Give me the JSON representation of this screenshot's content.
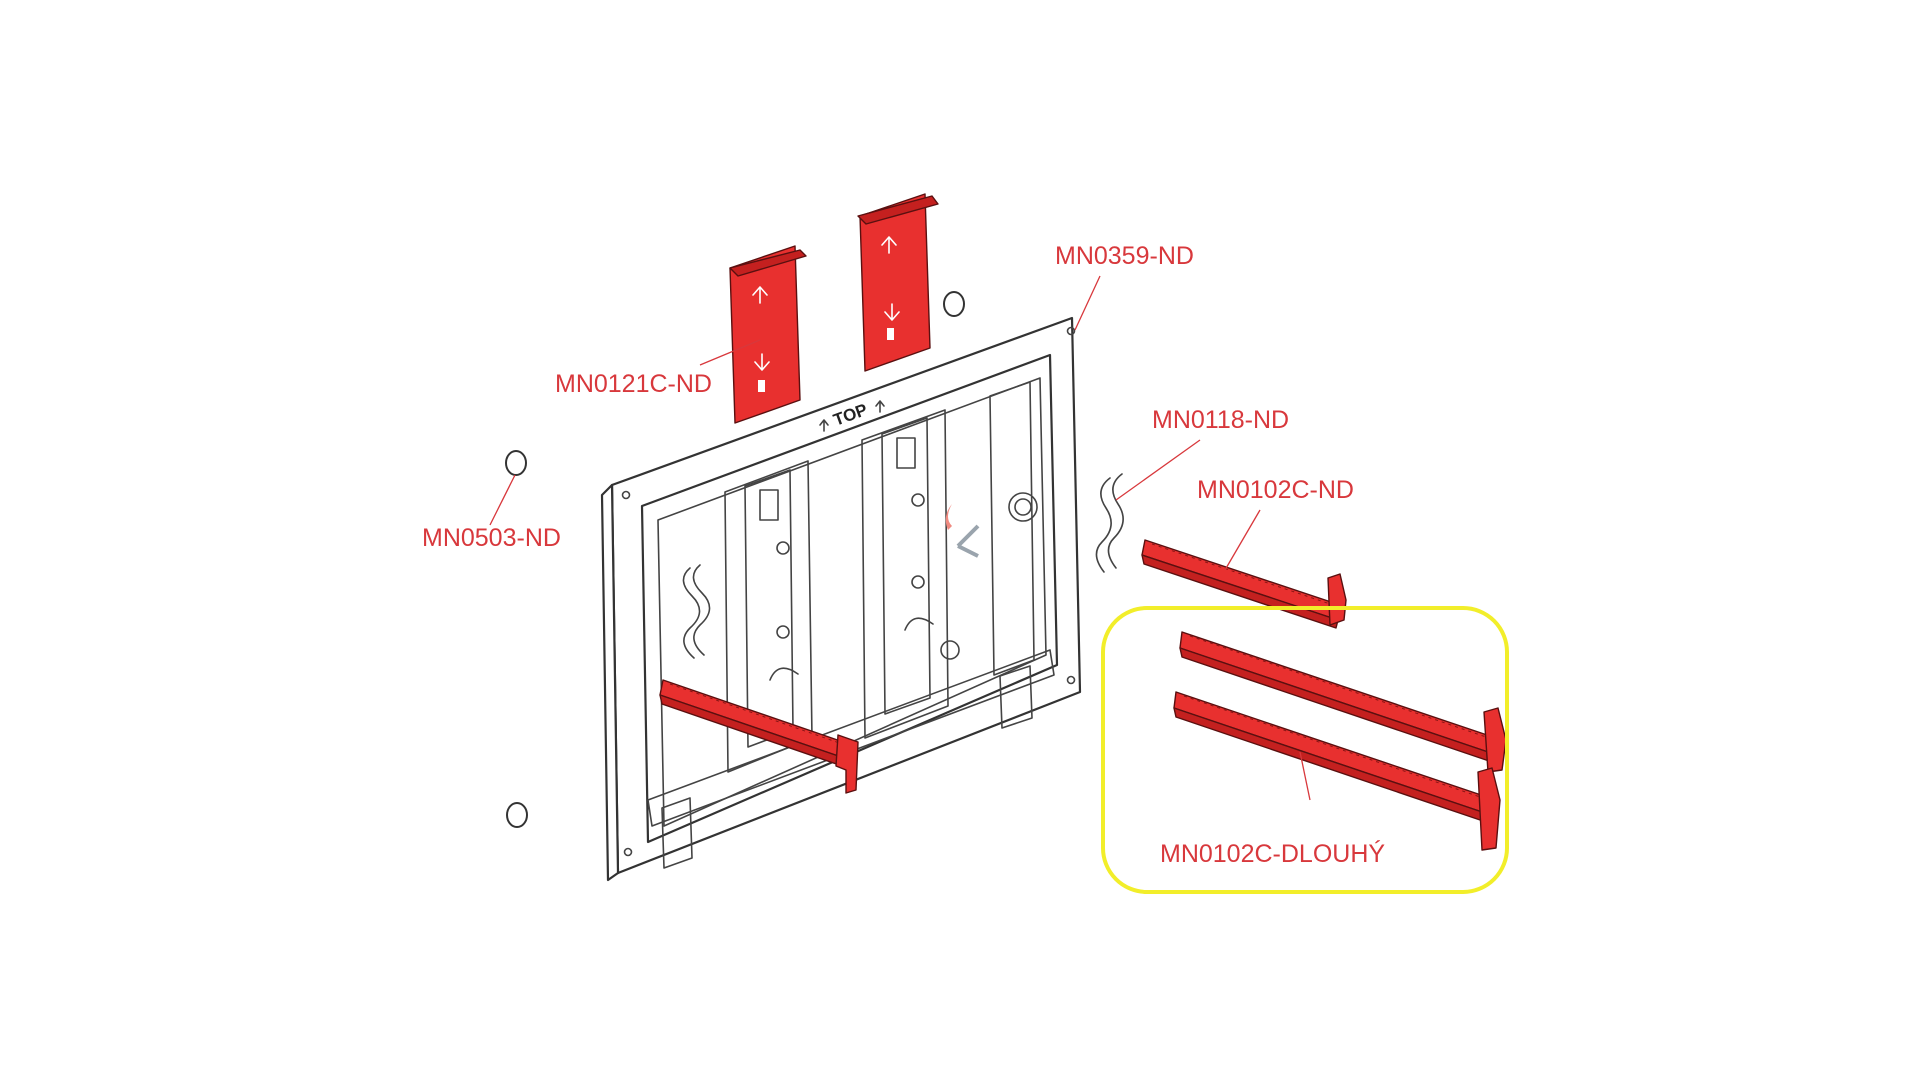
{
  "diagram": {
    "labels": {
      "bracket": "MN0121C-ND",
      "frame": "MN0359-ND",
      "spring_clip": "MN0118-ND",
      "rod_short": "MN0102C-ND",
      "washer": "MN0503-ND",
      "rod_long": "MN0102C-DLOUHÝ"
    },
    "frame_marking": "TOP",
    "colors": {
      "part_red": "#e8302f",
      "label_red": "#d8383c",
      "highlight_yellow": "#f2ee2a",
      "outline": "#333333"
    }
  }
}
